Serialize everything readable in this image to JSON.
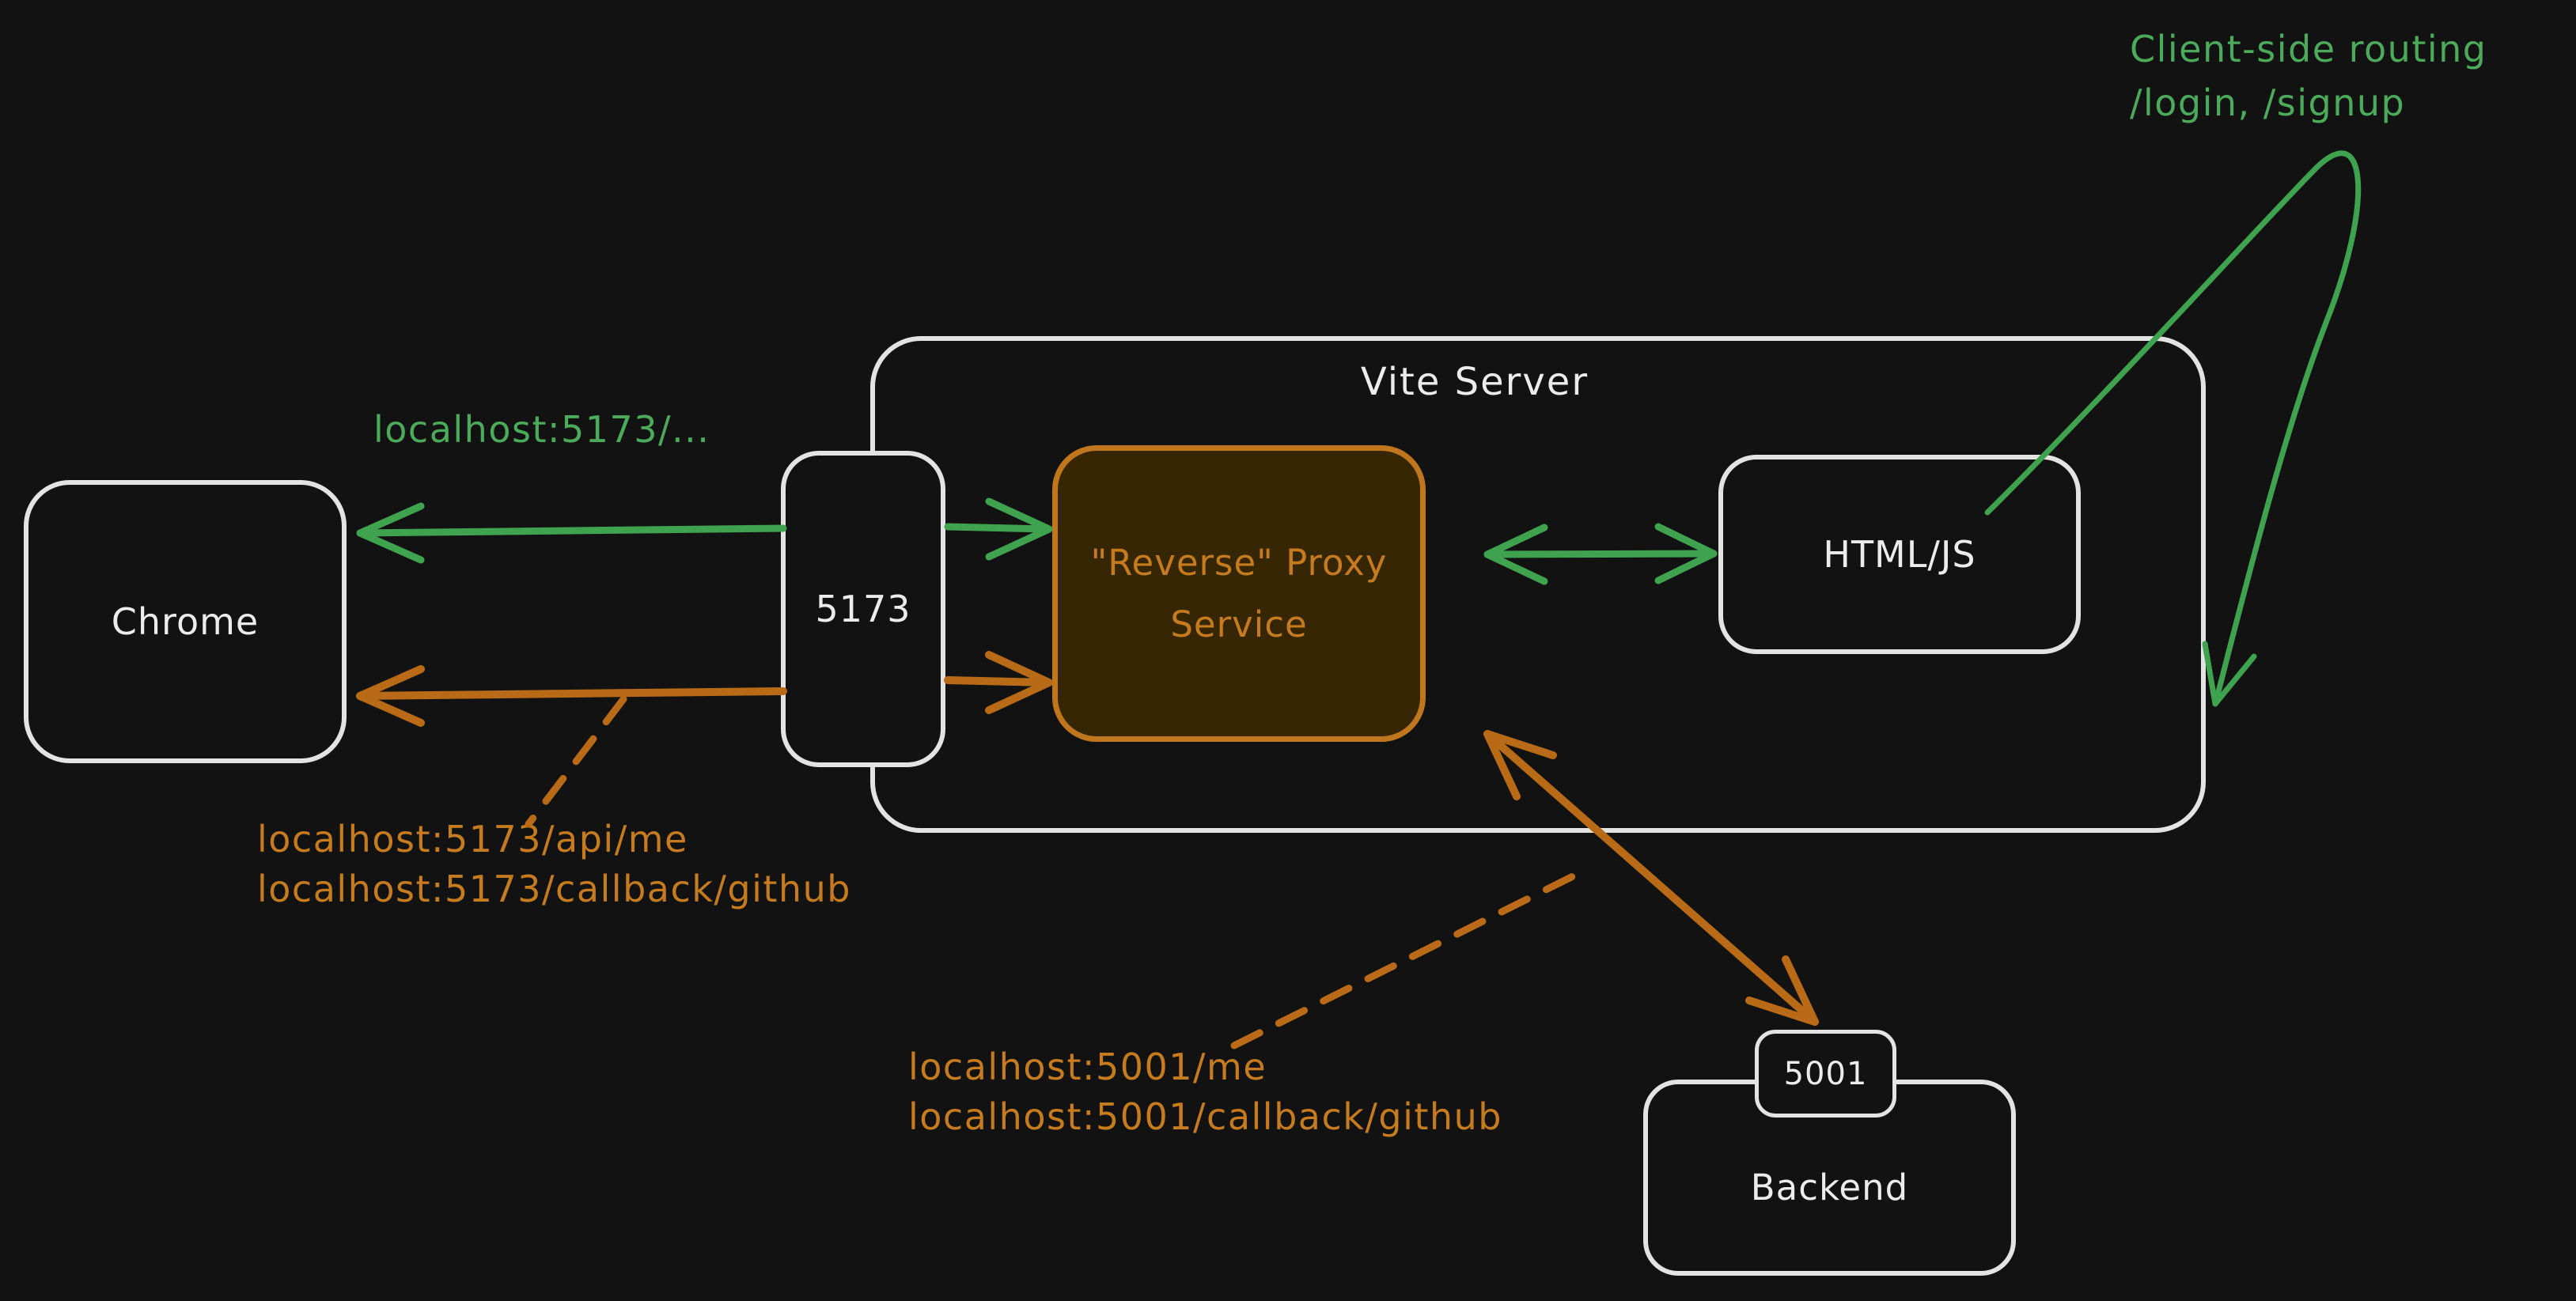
{
  "colors": {
    "background": "#121212",
    "white_stroke": "#e3e3e3",
    "white_text": "#ececec",
    "green": "#3fa24e",
    "green_text": "#4cab5b",
    "orange": "#b96a16",
    "orange_text": "#c57b1e",
    "proxy_border": "#c0761c",
    "proxy_fill": "#372603"
  },
  "nodes": {
    "chrome": {
      "label": "Chrome"
    },
    "port_5173": {
      "label": "5173"
    },
    "vite_server": {
      "title": "Vite Server"
    },
    "reverse_proxy": {
      "label_line1": "\"Reverse\" Proxy",
      "label_line2": "Service"
    },
    "html_js": {
      "label": "HTML/JS"
    },
    "backend": {
      "label": "Backend"
    },
    "port_5001": {
      "label": "5001"
    }
  },
  "annotations": {
    "localhost_5173_root": {
      "text": "localhost:5173/..."
    },
    "client_side_routing": {
      "line1": "Client-side routing",
      "line2": "/login, /signup"
    },
    "localhost_5173_api": {
      "line1": "localhost:5173/api/me",
      "line2": "localhost:5173/callback/github"
    },
    "localhost_5001": {
      "line1": "localhost:5001/me",
      "line2": "localhost:5001/callback/github"
    }
  }
}
